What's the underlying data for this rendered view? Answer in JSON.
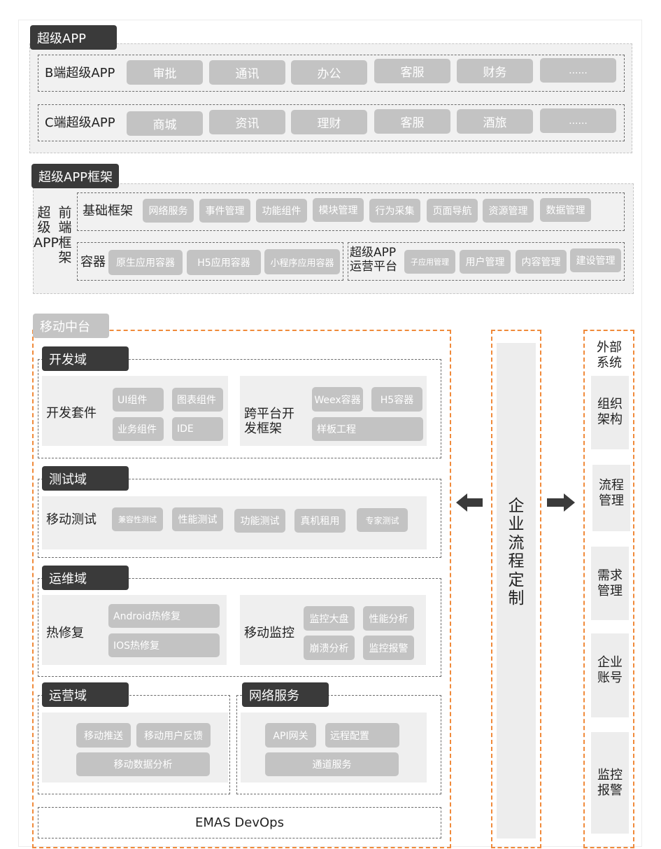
{
  "super_app": {
    "title": "超级APP",
    "b_row": {
      "label": "B端超级APP",
      "items": [
        "审批",
        "通讯",
        "办公",
        "客服",
        "财务",
        "......"
      ]
    },
    "c_row": {
      "label": "C端超级APP",
      "items": [
        "商城",
        "资讯",
        "理财",
        "客服",
        "酒旅",
        "......"
      ]
    }
  },
  "framework": {
    "title": "超级APP框架",
    "side_label_1": "超\n级\nAPP",
    "side_label_2": "前\n端\n框\n架",
    "base": {
      "label": "基础框架",
      "items": [
        "网络服务",
        "事件管理",
        "功能组件",
        "模块管理",
        "行为采集",
        "页面导航",
        "资源管理",
        "数据管理"
      ]
    },
    "container": {
      "label": "容器",
      "items": [
        "原生应用容器",
        "H5应用容器",
        "小程序应用容器"
      ]
    },
    "ops_platform": {
      "label": "超级APP\n运营平台",
      "items": [
        "子应用管理",
        "用户管理",
        "内容管理",
        "建设管理"
      ]
    }
  },
  "mobile_center": {
    "title": "移动中台",
    "dev_domain": {
      "title": "开发域",
      "kit": {
        "label": "开发套件",
        "items": [
          "UI组件",
          "图表组件",
          "业务组件",
          "IDE"
        ]
      },
      "cross": {
        "label": "跨平台开\n发框架",
        "items": [
          "Weex容器",
          "H5容器",
          "样板工程"
        ]
      }
    },
    "test_domain": {
      "title": "测试域",
      "label": "移动测试",
      "items": [
        "兼容性测试",
        "性能测试",
        "功能测试",
        "真机租用",
        "专家测试"
      ]
    },
    "ops_domain": {
      "title": "运维域",
      "hotfix": {
        "label": "热修复",
        "items": [
          "Android热修复",
          "IOS热修复"
        ]
      },
      "monitor": {
        "label": "移动监控",
        "items": [
          "监控大盘",
          "性能分析",
          "崩溃分析",
          "监控报警"
        ]
      }
    },
    "operation_domain": {
      "title": "运营域",
      "items": [
        "移动推送",
        "移动用户反馈",
        "移动数据分析"
      ]
    },
    "network": {
      "title": "网络服务",
      "items": [
        "API网关",
        "远程配置",
        "通道服务"
      ]
    },
    "devops": "EMAS DevOps"
  },
  "enterprise": {
    "label": "企\n业\n流\n程\n定\n制"
  },
  "external": {
    "title": "外部\n系统",
    "items": [
      "组织\n架构",
      "流程\n管理",
      "需求\n管理",
      "企业\n账号",
      "监控\n报警"
    ]
  },
  "arrows": {
    "left": "left-arrow-icon",
    "right": "right-arrow-icon"
  },
  "colors": {
    "accent": "#f08a3a",
    "tag_dark": "#3a3a3a",
    "pill": "#c3c3c3",
    "panel": "#efefef"
  }
}
